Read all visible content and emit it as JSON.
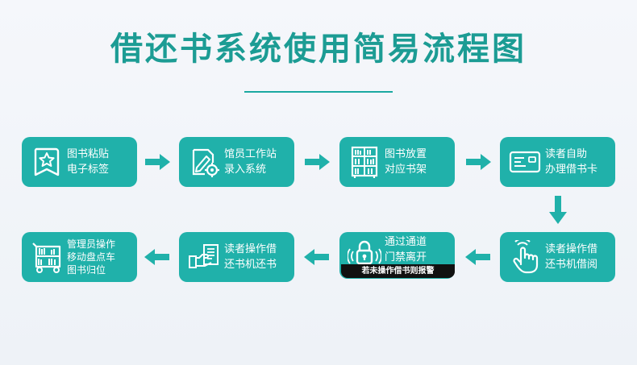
{
  "title": "借还书系统使用简易流程图",
  "colors": {
    "accent": "#20b1aa",
    "title": "#1c9c94",
    "arrow": "#20b1aa",
    "alarm_bg": "#111111"
  },
  "steps": [
    {
      "icon": "book-star-icon",
      "lines": [
        "图书粘贴",
        "电子标签"
      ]
    },
    {
      "icon": "edit-gear-icon",
      "lines": [
        "馆员工作站",
        "录入系统"
      ]
    },
    {
      "icon": "bookshelf-icon",
      "lines": [
        "图书放置",
        "对应书架"
      ]
    },
    {
      "icon": "card-icon",
      "lines": [
        "读者自助",
        "办理借书卡"
      ]
    },
    {
      "icon": "touch-hand-icon",
      "lines": [
        "读者操作借",
        "还书机借阅"
      ]
    },
    {
      "icon": "security-lock-icon",
      "lines": [
        "通过通道",
        "门禁离开"
      ],
      "warning": "若未操作借书则报警"
    },
    {
      "icon": "hand-document-icon",
      "lines": [
        "读者操作借",
        "还书机还书"
      ]
    },
    {
      "icon": "book-cart-icon",
      "lines": [
        "管理员操作",
        "移动盘点车",
        "图书归位"
      ]
    }
  ]
}
